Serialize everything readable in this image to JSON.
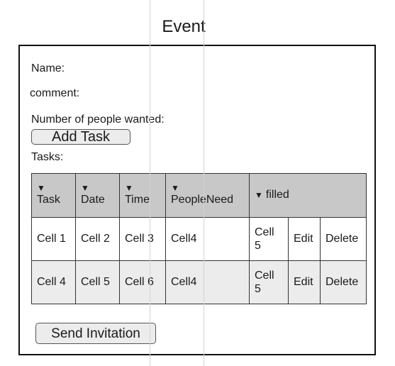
{
  "page": {
    "title": "Event"
  },
  "form": {
    "name_label": "Name:",
    "comment_label": "comment:",
    "people_label": "Number of people wanted:",
    "add_task_label": "Add Task",
    "tasks_label": "Tasks:",
    "send_label": "Send Invitation"
  },
  "table": {
    "headers": {
      "task": "Task",
      "date": "Date",
      "time": "Time",
      "people_need": "PeopleNeed",
      "filled": "filled"
    },
    "rows": [
      {
        "task": "Cell 1",
        "date": "Cell 2",
        "time": "Cell 3",
        "people_need": "Cell4",
        "filled": "Cell 5",
        "edit": "Edit",
        "delete": "Delete"
      },
      {
        "task": "Cell 4",
        "date": "Cell 5",
        "time": "Cell 6",
        "people_need": "Cell4",
        "filled": "Cell 5",
        "edit": "Edit",
        "delete": "Delete"
      }
    ]
  },
  "icons": {
    "sort": "sort-down-triangle"
  },
  "colors": {
    "header_bg": "#c8c8c8",
    "alt_row_bg": "#ececec",
    "button_bg": "#ececec",
    "border": "#111111"
  }
}
